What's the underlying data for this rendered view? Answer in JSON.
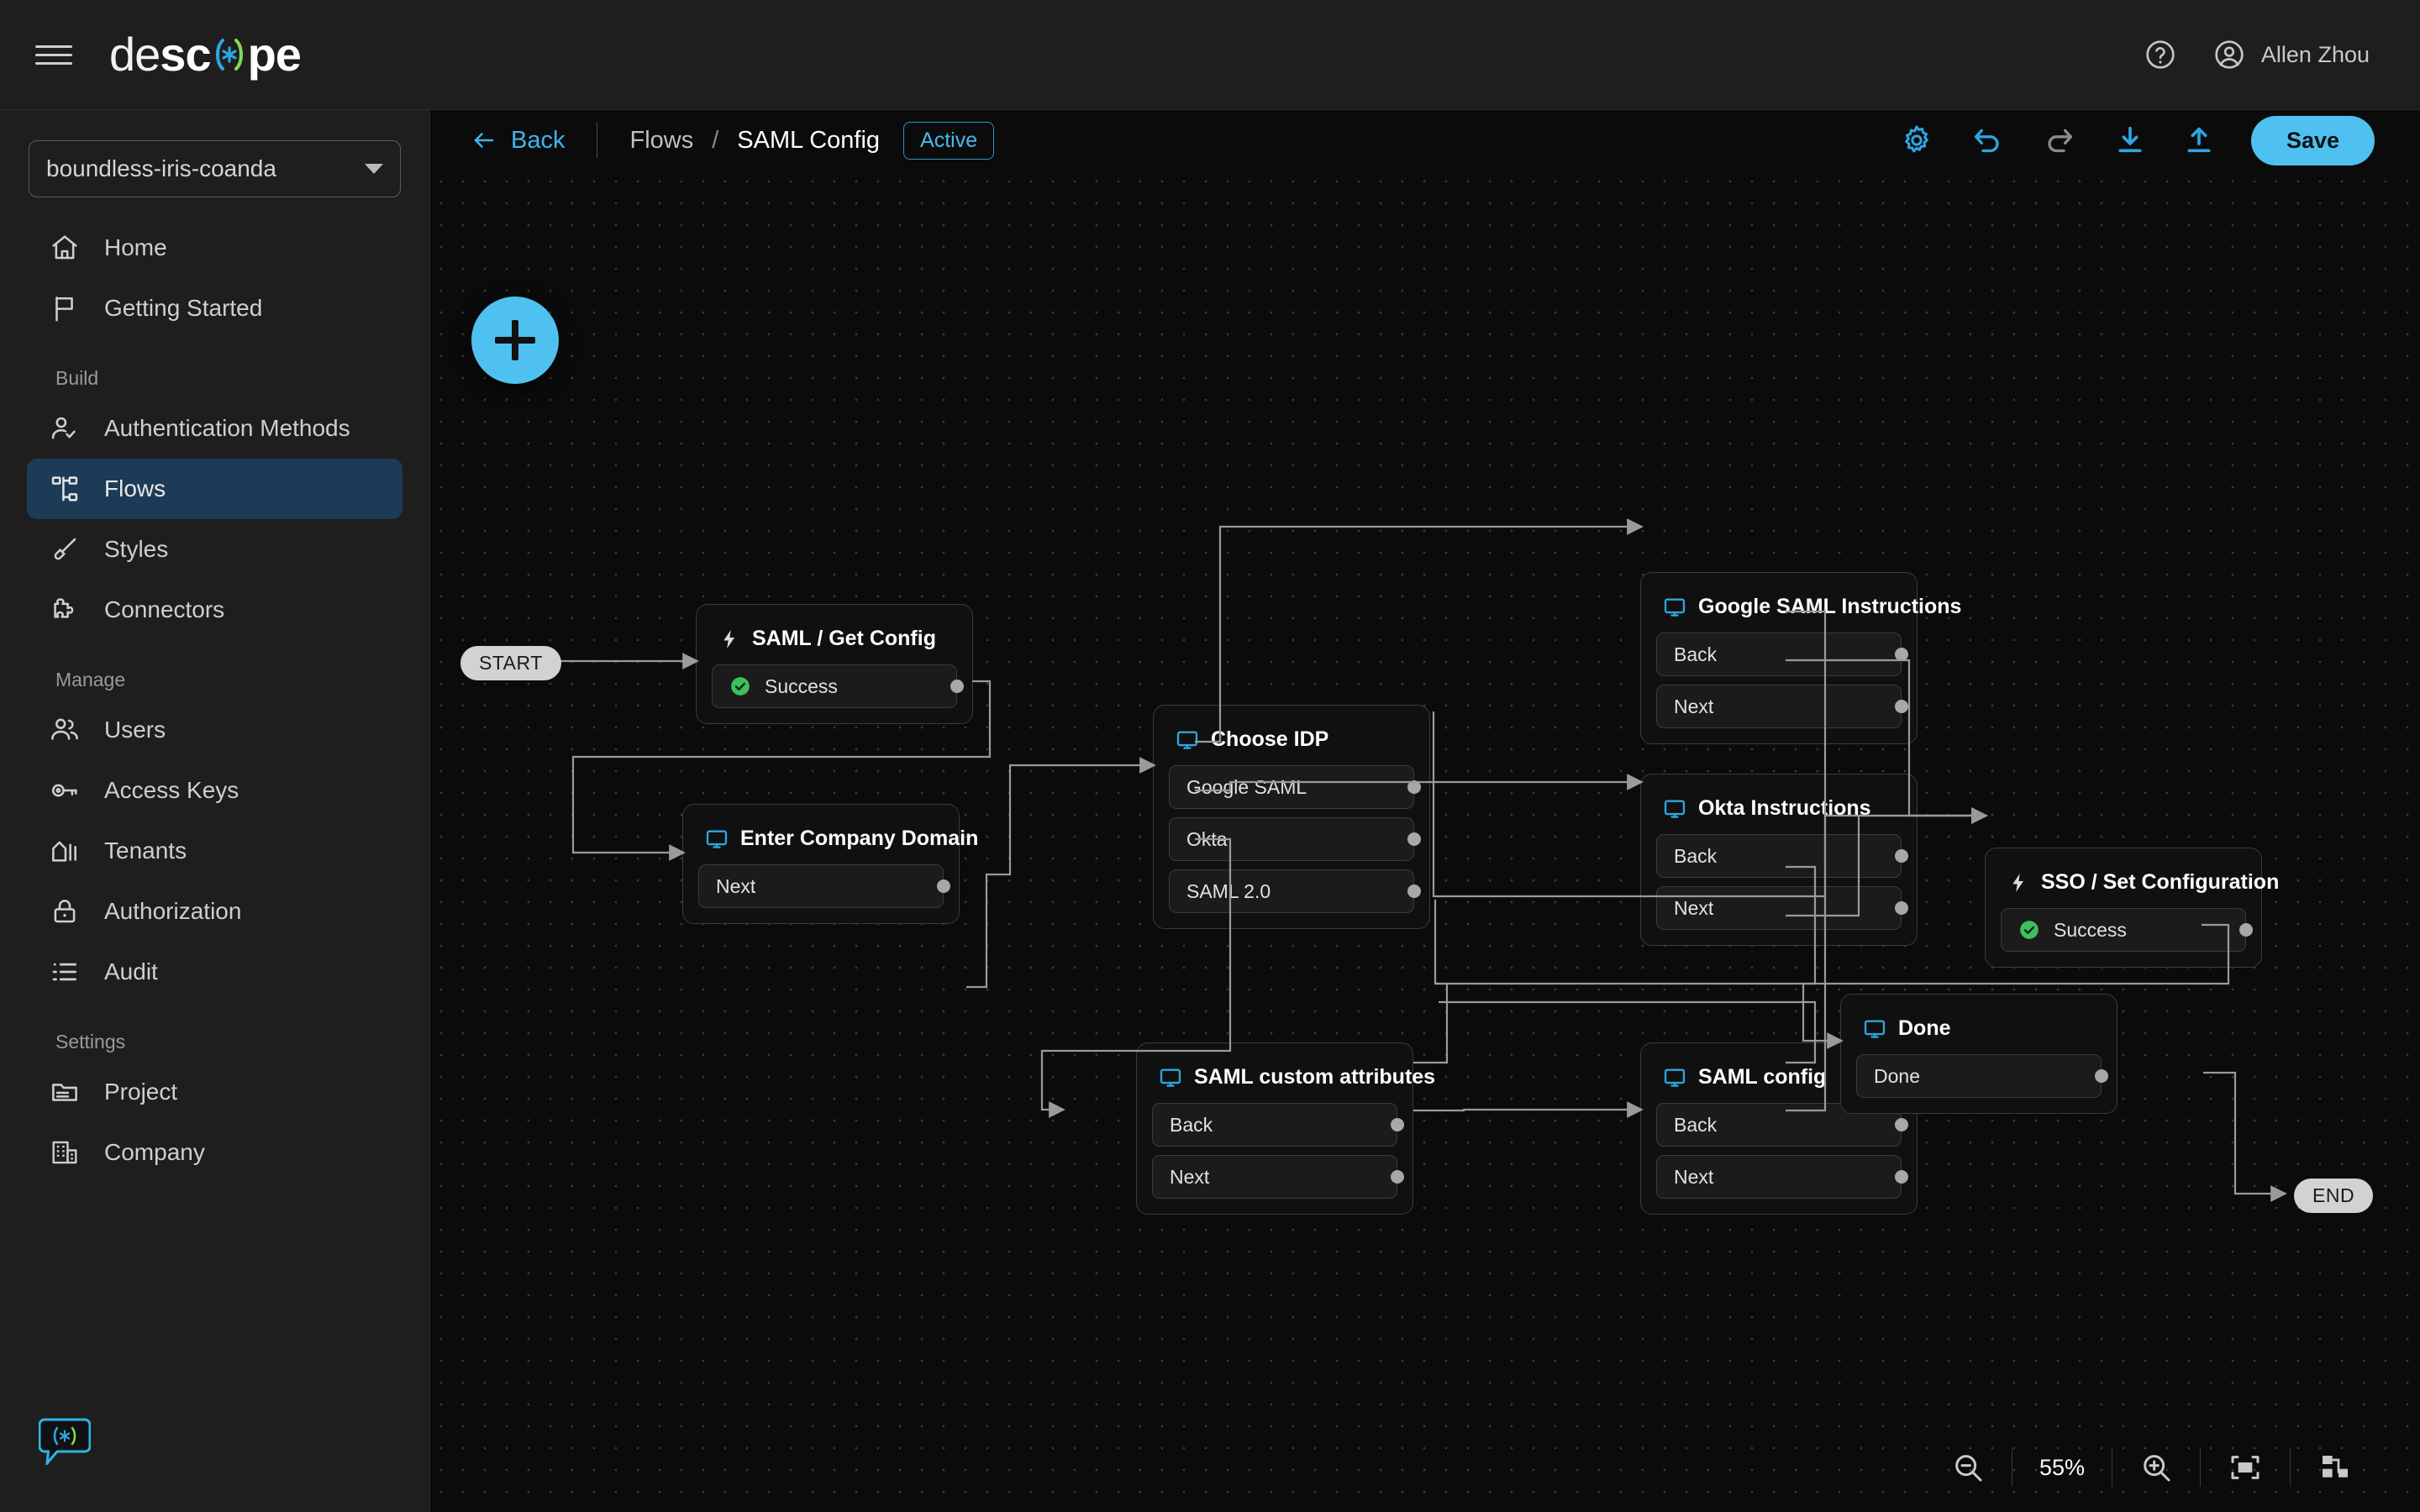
{
  "app": {
    "brand_de": "de",
    "brand_sc": "sc",
    "brand_pe": "pe",
    "menu_icon": "hamburger-icon",
    "help_icon": "help-circle-icon",
    "user_name": "Allen Zhou",
    "accent": "#4ec1f0",
    "bg": "#0b0b0b",
    "panel": "#1e1e1e"
  },
  "sidebar": {
    "project": {
      "name": "boundless-iris-coanda",
      "chevron": "chevron-down-icon"
    },
    "items": [
      {
        "label": "Home",
        "icon": "home-icon",
        "active": false
      },
      {
        "label": "Getting Started",
        "icon": "flag-icon",
        "active": false
      }
    ],
    "groups": [
      {
        "title": "Build",
        "items": [
          {
            "label": "Authentication Methods",
            "icon": "user-check-icon",
            "active": false
          },
          {
            "label": "Flows",
            "icon": "flows-icon",
            "active": true
          },
          {
            "label": "Styles",
            "icon": "brush-icon",
            "active": false
          },
          {
            "label": "Connectors",
            "icon": "puzzle-icon",
            "active": false
          }
        ]
      },
      {
        "title": "Manage",
        "items": [
          {
            "label": "Users",
            "icon": "users-icon",
            "active": false
          },
          {
            "label": "Access Keys",
            "icon": "key-icon",
            "active": false
          },
          {
            "label": "Tenants",
            "icon": "building-icon",
            "active": false
          },
          {
            "label": "Authorization",
            "icon": "lock-icon",
            "active": false
          },
          {
            "label": "Audit",
            "icon": "list-icon",
            "active": false
          }
        ]
      },
      {
        "title": "Settings",
        "items": [
          {
            "label": "Project",
            "icon": "folder-icon",
            "active": false
          },
          {
            "label": "Company",
            "icon": "company-icon",
            "active": false
          }
        ]
      }
    ],
    "chat_widget": "descope-chat-icon"
  },
  "toolbar": {
    "back_label": "Back",
    "back_icon": "arrow-left-icon",
    "breadcrumb_parent": "Flows",
    "breadcrumb_separator": "/",
    "breadcrumb_current": "SAML Config",
    "status_badge": "Active",
    "settings_icon": "gear-icon",
    "undo_icon": "undo-icon",
    "redo_icon": "redo-icon",
    "download_icon": "download-icon",
    "upload_icon": "upload-icon",
    "save_label": "Save"
  },
  "canvas": {
    "add_button": "plus-icon",
    "start_label": "START",
    "end_label": "END",
    "zoom": {
      "zoom_out_icon": "zoom-out-icon",
      "level": "55%",
      "zoom_in_icon": "zoom-in-icon",
      "fit_view_icon": "fit-view-icon",
      "layout_icon": "auto-layout-icon"
    },
    "nodes": [
      {
        "id": "saml-get-config",
        "title": "SAML / Get Config",
        "icon": "bolt-icon",
        "rows": [
          {
            "label": "Success",
            "icon": "check-circle-icon"
          }
        ]
      },
      {
        "id": "enter-company-domain",
        "title": "Enter Company Domain",
        "icon": "screen-icon",
        "rows": [
          {
            "label": "Next",
            "icon": ""
          }
        ]
      },
      {
        "id": "choose-idp",
        "title": "Choose IDP",
        "icon": "screen-icon",
        "rows": [
          {
            "label": "Google SAML",
            "icon": ""
          },
          {
            "label": "Okta",
            "icon": ""
          },
          {
            "label": "SAML 2.0",
            "icon": ""
          }
        ]
      },
      {
        "id": "google-saml-instructions",
        "title": "Google SAML Instructions",
        "icon": "screen-icon",
        "rows": [
          {
            "label": "Back",
            "icon": ""
          },
          {
            "label": "Next",
            "icon": ""
          }
        ]
      },
      {
        "id": "okta-instructions",
        "title": "Okta Instructions",
        "icon": "screen-icon",
        "rows": [
          {
            "label": "Back",
            "icon": ""
          },
          {
            "label": "Next",
            "icon": ""
          }
        ]
      },
      {
        "id": "saml-custom-attributes",
        "title": "SAML custom attributes",
        "icon": "screen-icon",
        "rows": [
          {
            "label": "Back",
            "icon": ""
          },
          {
            "label": "Next",
            "icon": ""
          }
        ]
      },
      {
        "id": "saml-config",
        "title": "SAML config",
        "icon": "screen-icon",
        "rows": [
          {
            "label": "Back",
            "icon": ""
          },
          {
            "label": "Next",
            "icon": ""
          }
        ]
      },
      {
        "id": "sso-set-configuration",
        "title": "SSO / Set Configuration",
        "icon": "bolt-icon",
        "rows": [
          {
            "label": "Success",
            "icon": "check-circle-icon"
          }
        ]
      },
      {
        "id": "done",
        "title": "Done",
        "icon": "screen-icon",
        "rows": [
          {
            "label": "Done",
            "icon": ""
          }
        ]
      }
    ]
  }
}
